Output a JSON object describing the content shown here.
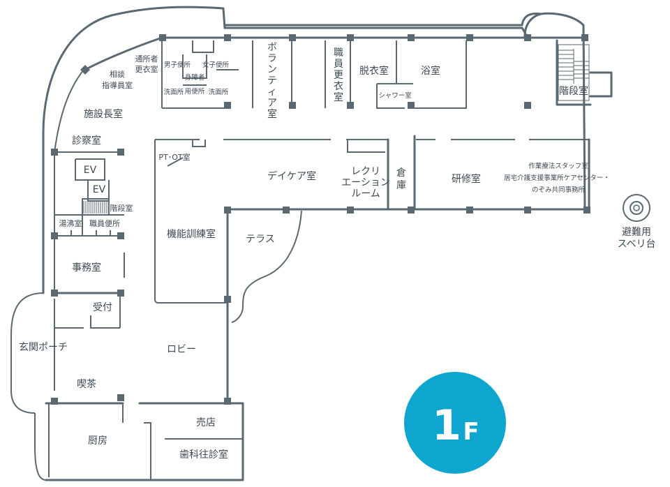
{
  "floor": {
    "badge_number": "1",
    "badge_letter": "F",
    "badge_color": "#0ea5cf",
    "wall_color": "#5a6872"
  },
  "rooms": {
    "tsusho_kouishitsu": [
      "通所者",
      "更衣室"
    ],
    "danshi_benjo": "男子便所",
    "joshi_benjo": "女子便所",
    "senmenjo_1": "洗面所",
    "shinshougaisha": [
      "身障者",
      "用便所"
    ],
    "senmenjo_2": "洗面所",
    "volunteer": [
      "ボ",
      "ラ",
      "ン",
      "テ",
      "ィ",
      "ア",
      "室"
    ],
    "shokuin_koui": [
      "職",
      "員",
      "更",
      "衣",
      "室"
    ],
    "datsui": "脱衣室",
    "yokushitsu": "浴室",
    "shower": "シャワー室",
    "kaidan_right": "階段室",
    "soudan": [
      "相談",
      "指導員室"
    ],
    "shisetsuchou": "施設長室",
    "shinsatsu": "診察室",
    "ev1": "EV",
    "ev2": "EV",
    "kaidan_left": "階段室",
    "yuwakashi": "湯沸室",
    "shokuin_benjo": "職員便所",
    "jimu": "事務室",
    "uketsuke": "受付",
    "genkan": "玄関ポーチ",
    "kissa": "喫茶",
    "chubo": "厨房",
    "ptot": "PT･OT室",
    "daycare": "デイケア室",
    "recreation": [
      "レクリ",
      "エーション",
      "ルーム"
    ],
    "souko": [
      "倉",
      "庫"
    ],
    "kenshu": "研修室",
    "sagyou": [
      "作業療法スタッフ室",
      "居宅介護支援事業所ケアセンター・",
      "のぞみ共同事務所"
    ],
    "kinou": "機能訓練室",
    "terrace": "テラス",
    "lobby": "ロビー",
    "baiten": "売店",
    "shika": "歯科往診室",
    "suberidai": [
      "避難用",
      "スベリ台"
    ]
  }
}
